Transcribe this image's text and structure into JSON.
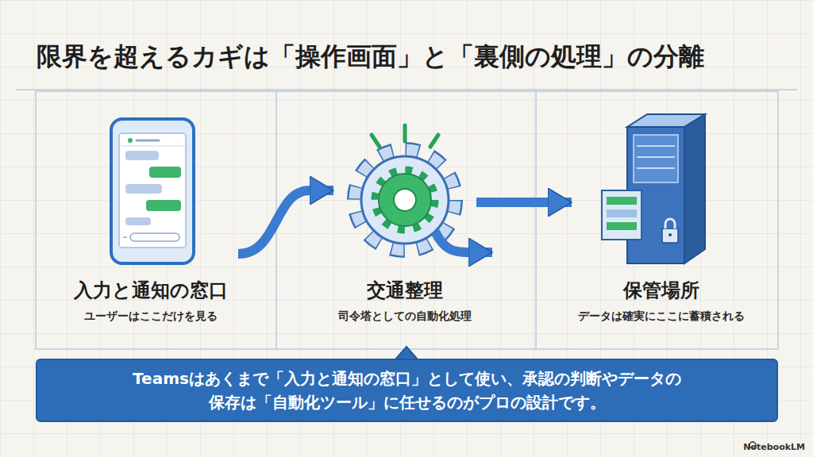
{
  "diagram": {
    "title": "限界を超えるカギは「操作画面」と「裏側の処理」の分離",
    "nodes": [
      {
        "text": [
          "入力と通知の窓口",
          "ユーザーはここだけを見る"
        ]
      },
      {
        "text": [
          "交通整理",
          "司令塔としての自動化処理"
        ]
      },
      {
        "text": [
          "保管場所",
          "データは確実にここに蓄積される"
        ]
      },
      {
        "text": [
          "Teamsはあくまで「入力と通知の窓口」として使い、承認の判断やデータの保存は「自動化ツール」に任せるのがプロの設計です。"
        ]
      }
    ],
    "edges": [
      {
        "from": 0,
        "to": 1,
        "arrow": "to"
      },
      {
        "from": 1,
        "to": 2,
        "arrow": "to"
      }
    ],
    "labels": [
      "NotebookLM"
    ]
  }
}
